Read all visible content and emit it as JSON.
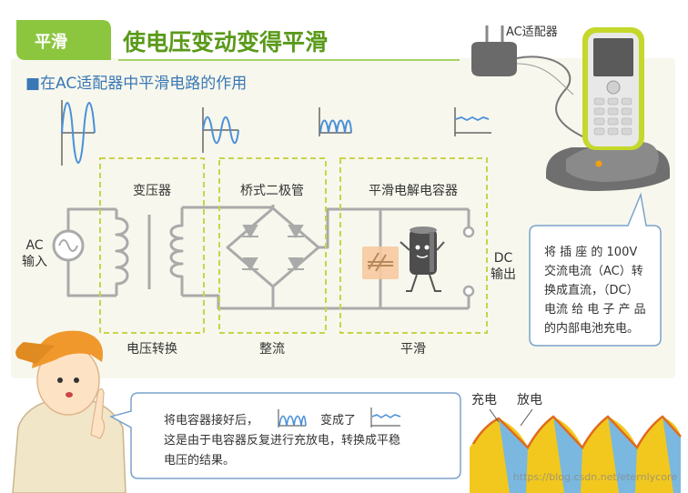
{
  "header": {
    "tag": "平滑",
    "title": "使电压变动变得平滑",
    "section_title": "■在AC适配器中平滑电路的作用"
  },
  "adapter": {
    "label": "AC适配器"
  },
  "blocks": [
    {
      "top_label": "变压器",
      "bottom_label": "电压转换"
    },
    {
      "top_label": "桥式二极管",
      "bottom_label": "整流"
    },
    {
      "top_label": "平滑电解电容器",
      "bottom_label": "平滑"
    }
  ],
  "input": {
    "line1": "AC",
    "line2": "输入"
  },
  "output": {
    "line1": "DC",
    "line2": "输出"
  },
  "note": {
    "lines": [
      "将 插 座 的 100V",
      "交流电流（AC）转",
      "换成直流，（DC）",
      "电流 给 电 子 产 品",
      "的内部电池充电。"
    ]
  },
  "speech": {
    "line1_a": "将电容器接好后，",
    "line1_b": "变成了",
    "line2": "这是由于电容器反复进行充放电，转换成平稳",
    "line3": "电压的结果。"
  },
  "legend": {
    "charge": "充电",
    "discharge": "放电"
  },
  "watermark": "https://blog.csdn.net/eternlycore",
  "colors": {
    "accent_green": "#8cc63f",
    "title_green": "#5a9a1a",
    "section_blue": "#3a78b5",
    "panel_bg": "#f7f7ed",
    "wave_blue": "#4a90d9",
    "dash_yellow": "#c8d44a",
    "circuit_gray": "#aaaaaa",
    "charge_yellow": "#f2c81e",
    "discharge_blue": "#7ab8e0"
  }
}
